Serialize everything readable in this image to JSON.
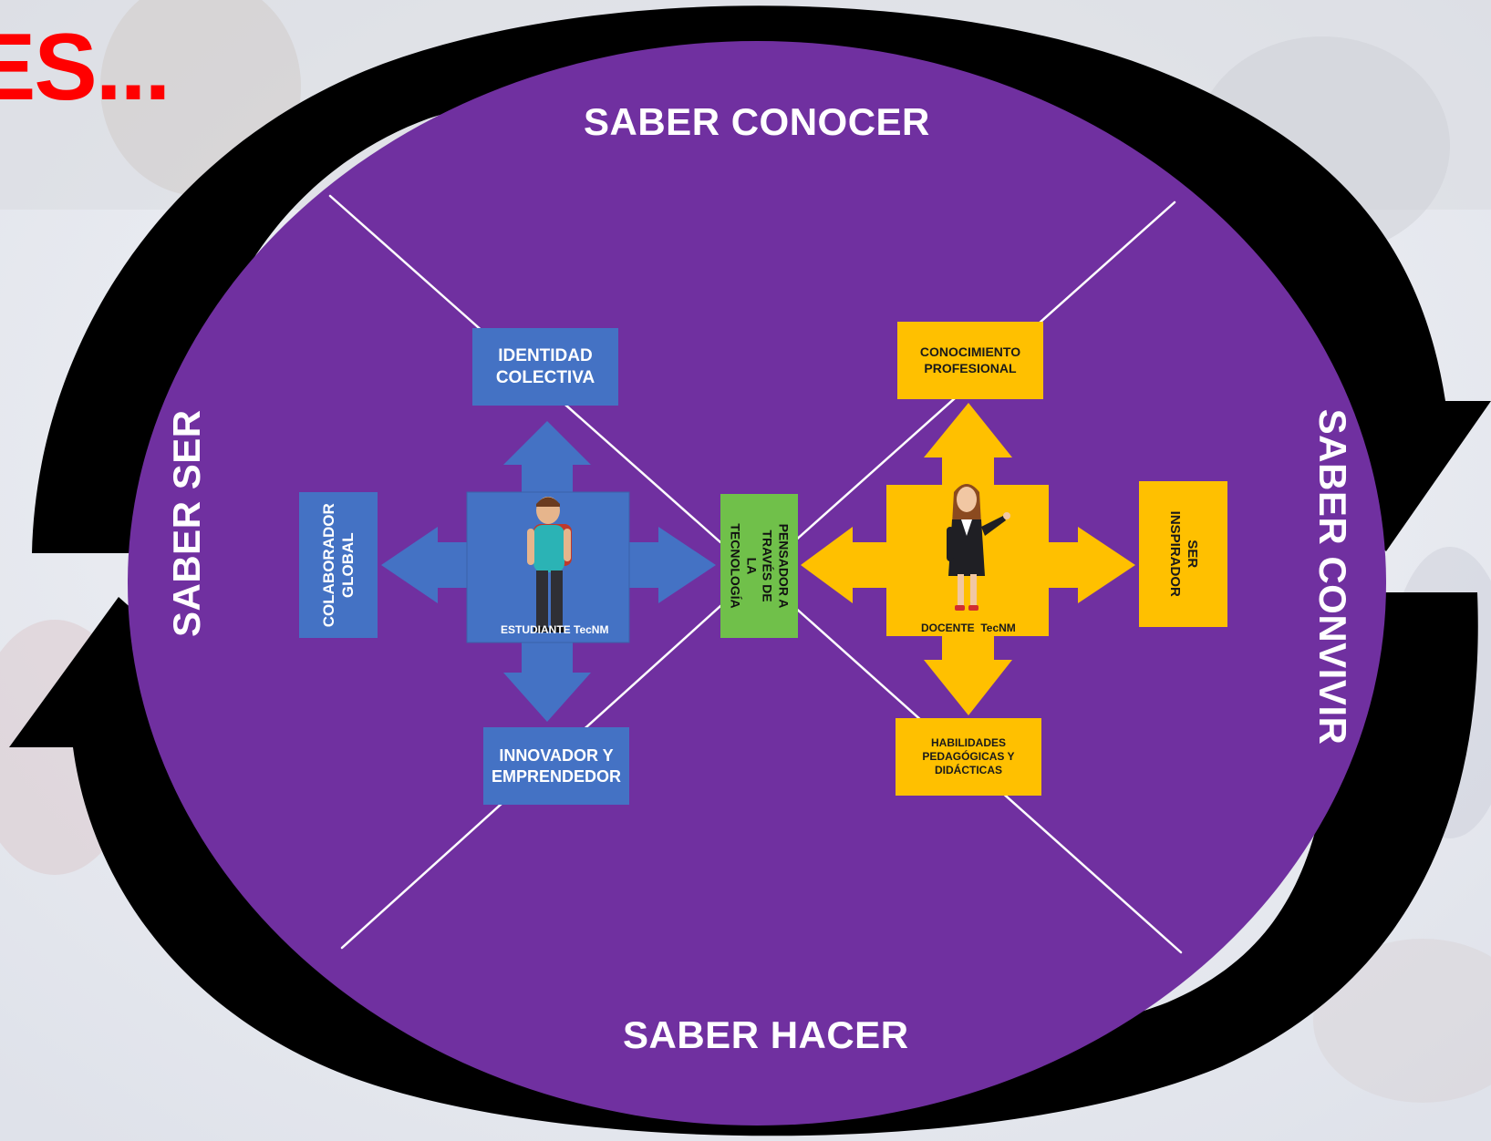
{
  "slide": {
    "title_fragment": "ES...",
    "colors": {
      "background": "#e9ebf0",
      "circle": "#7030a0",
      "cycle_arrows": "#000000",
      "student": "#4472c4",
      "teacher": "#ffc000",
      "center": "#70c04a",
      "title": "#ff0000"
    }
  },
  "diagram": {
    "quadrants": {
      "top": "SABER CONOCER",
      "bottom": "SABER HACER",
      "left": "SABER SER",
      "right": "SABER CONVIVIR"
    },
    "student": {
      "label": "ESTUDIANTE TecNM",
      "icon": "student-backpack-icon",
      "traits": {
        "up": "IDENTIDAD\nCOLECTIVA",
        "left": "COLABORADOR\nGLOBAL",
        "down": "INNOVADOR Y\nEMPRENDEDOR"
      }
    },
    "center": "PENSADOR A\nTRAVÉS DE LA\nTECNOLOGÍA",
    "teacher": {
      "label": "DOCENTE  TecNM",
      "icon": "teacher-presenting-icon",
      "traits": {
        "up": "CONOCIMIENTO\nPROFESIONAL",
        "right": "SER\nINSPIRADOR",
        "down": "HABILIDADES\nPEDAGÓGICAS Y\nDIDÁCTICAS"
      }
    }
  }
}
